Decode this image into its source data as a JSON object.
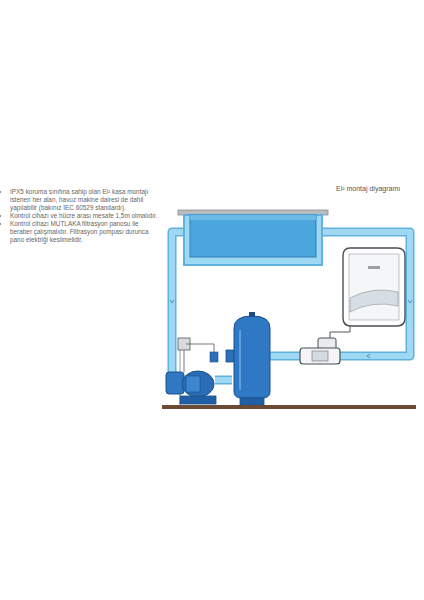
{
  "diagram": {
    "title": "Ei² montaj diyagramı",
    "labels": [
      "IPX5 koruma sınıfına sahip olan Ei² kasa montajı istenen her alan, havuz makine dairesi de dahil yapılabilir (bakınız IEC 60529 standardı).",
      "Kontrol cihazı ve hücre arası mesafe 1,5m olmalıdır.",
      "Kontrol cihazı MUTLAKA filtrasyon panosu ile beraber çalışmalıdır. Filtrasyon pompası durunca pano elektriği kesilmelidir."
    ]
  }
}
